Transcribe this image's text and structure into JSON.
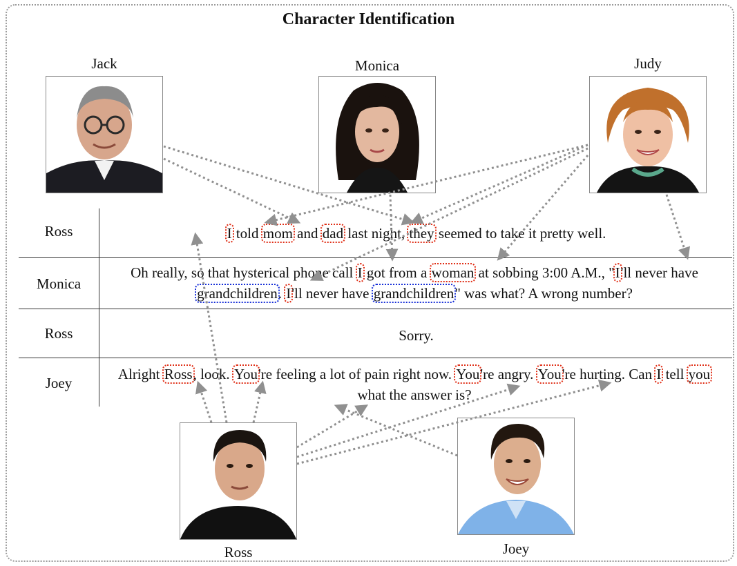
{
  "title": "Character Identification",
  "characters": {
    "jack": "Jack",
    "monica": "Monica",
    "judy": "Judy",
    "ross": "Ross",
    "joey": "Joey"
  },
  "dialogue": [
    {
      "speaker": "Ross",
      "segments": [
        {
          "text": "I",
          "mention": "red"
        },
        {
          "text": " told "
        },
        {
          "text": "mom",
          "mention": "red"
        },
        {
          "text": " and "
        },
        {
          "text": "dad",
          "mention": "red"
        },
        {
          "text": " last night, "
        },
        {
          "text": "they",
          "mention": "red"
        },
        {
          "text": " seemed to take it pretty well."
        }
      ]
    },
    {
      "speaker": "Monica",
      "segments": [
        {
          "text": "Oh really, so that hysterical phone call "
        },
        {
          "text": "I",
          "mention": "red"
        },
        {
          "text": " got from a "
        },
        {
          "text": "woman",
          "mention": "red"
        },
        {
          "text": " at sobbing 3:00 A.M., \""
        },
        {
          "text": "I",
          "mention": "red"
        },
        {
          "text": "'ll never have "
        },
        {
          "text": "grandchildren",
          "mention": "blue"
        },
        {
          "text": ". "
        },
        {
          "text": "I",
          "mention": "red"
        },
        {
          "text": "'ll never have "
        },
        {
          "text": "grandchildren",
          "mention": "blue"
        },
        {
          "text": "\" was what?  A wrong number?"
        }
      ]
    },
    {
      "speaker": "Ross",
      "segments": [
        {
          "text": "Sorry."
        }
      ]
    },
    {
      "speaker": "Joey",
      "segments": [
        {
          "text": "Alright "
        },
        {
          "text": "Ross",
          "mention": "red"
        },
        {
          "text": ", look. "
        },
        {
          "text": "You",
          "mention": "red"
        },
        {
          "text": "'re feeling a lot of pain right now. "
        },
        {
          "text": "You",
          "mention": "red"
        },
        {
          "text": "'re angry. "
        },
        {
          "text": "You",
          "mention": "red"
        },
        {
          "text": "'re hurting. Can "
        },
        {
          "text": "I",
          "mention": "red"
        },
        {
          "text": " tell "
        },
        {
          "text": "you",
          "mention": "red"
        },
        {
          "text": " what the answer is?"
        }
      ]
    }
  ],
  "colors": {
    "mention_border": "#e03018",
    "plural_border": "#1830d8",
    "arrow": "#909090"
  }
}
